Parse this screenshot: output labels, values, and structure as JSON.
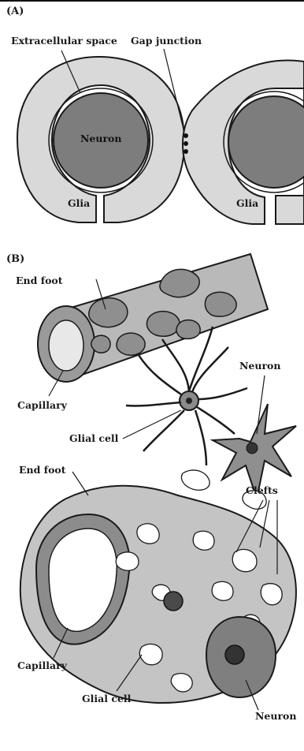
{
  "panel_a": {
    "tag": "(A)",
    "labels": {
      "extracellular_space": "Extracellular space",
      "gap_junction": "Gap junction",
      "neuron": "Neuron",
      "glia_left": "Glia",
      "glia_right": "Glia"
    }
  },
  "panel_b": {
    "tag": "(B)",
    "labels": {
      "end_foot": "End foot",
      "capillary": "Capillary",
      "neuron": "Neuron",
      "glial_cell": "Glial cell"
    }
  },
  "panel_c": {
    "labels": {
      "end_foot": "End foot",
      "clefts": "Clefts",
      "capillary": "Capillary",
      "glial_cell": "Glial cell",
      "neuron": "Neuron"
    }
  },
  "colors": {
    "glia_fill": "#d9d9d9",
    "neuron_fill": "#7d7d7d",
    "outline": "#1a1a1a",
    "tissue_fill": "#bdbdbd",
    "capillary_wall": "#8c8c8c"
  }
}
